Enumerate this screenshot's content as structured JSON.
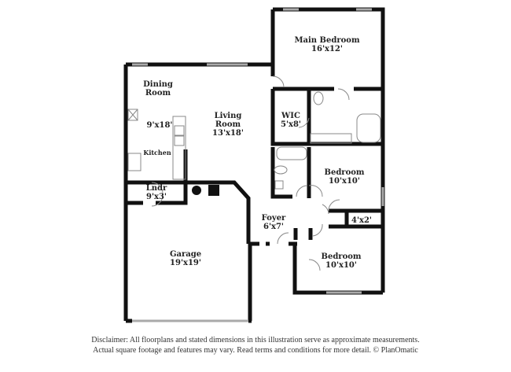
{
  "rooms": [
    {
      "name": "Main Bedroom",
      "size": "16'x12'"
    },
    {
      "name": "Dining Room",
      "size": ""
    },
    {
      "name": "",
      "size": "9'x18'"
    },
    {
      "name": "Living Room",
      "size": "13'x18'"
    },
    {
      "name": "WIC",
      "size": "5'x8'"
    },
    {
      "name": "Kitchen",
      "size": ""
    },
    {
      "name": "Bedroom",
      "size": "10'x10'"
    },
    {
      "name": "Lndr",
      "size": "9'x3'"
    },
    {
      "name": "Foyer",
      "size": "6'x7'"
    },
    {
      "name": "",
      "size": "4'x2'"
    },
    {
      "name": "Garage",
      "size": "19'x19'"
    },
    {
      "name": "Bedroom",
      "size": "10'x10'"
    }
  ],
  "disclaimer": {
    "line1": "Disclaimer: All floorplans and stated dimensions in this illustration serve as approximate measurements.",
    "line2": "Actual square footage and features may vary. Read terms and conditions for more detail. © PlanOmatic"
  },
  "colors": {
    "wall": "#111111",
    "fixture": "#888888"
  }
}
